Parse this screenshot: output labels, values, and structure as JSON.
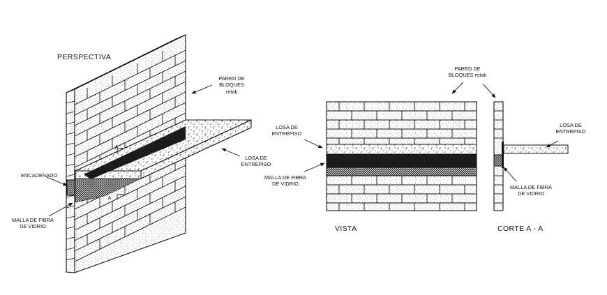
{
  "titles": {
    "perspective": "PERSPECTIVA",
    "view": "VISTA",
    "section": "CORTE A - A"
  },
  "labels": {
    "wall_persp": "PARED DE\nBLOQUES retak",
    "slab_persp": "LOSA DE\nENTREPISO",
    "bond_beam": "ENCADENADO",
    "mesh_persp": "MALLA DE FIBRA\nDE VIDRIO",
    "wall_view": "PARED DE\nBLOQUES retak",
    "slab_view": "LOSA DE\nENTREPISO",
    "mesh_view": "MALLA DE FIBRA\nDE VIDRIO",
    "slab_section": "LOSA DE\nENTREPISO",
    "mesh_section": "MALLA DE FIBRA\nDE VIDRIO",
    "cut_marker_top": "A",
    "cut_marker_bottom": "A"
  }
}
